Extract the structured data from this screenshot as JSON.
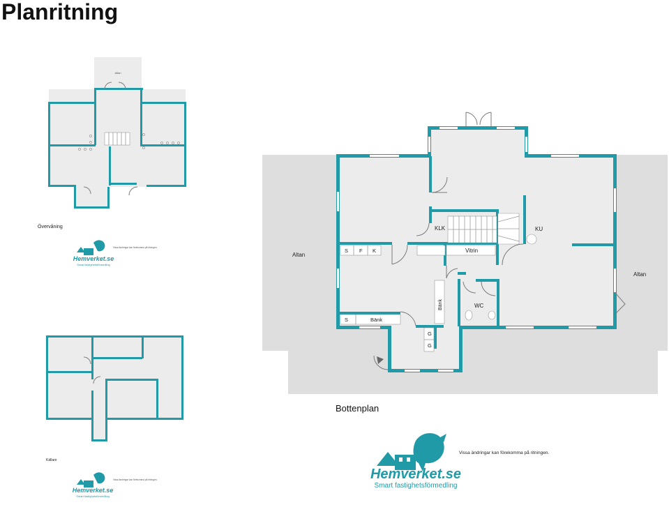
{
  "page": {
    "title": "Planritning"
  },
  "colors": {
    "wall": "#1f9aa6",
    "floor": "#ececec",
    "terrace": "#dedede",
    "logo": "#1f9aa6"
  },
  "plans": {
    "upper": {
      "caption": "Övervåning",
      "room_labels": {
        "balcony": "Altan"
      },
      "disclaimer": "Vissa ändringar kan förekomma på ritningen."
    },
    "basement": {
      "caption": "Källare",
      "disclaimer": "Vissa ändringar kan förekomma på ritningen."
    },
    "ground": {
      "caption": "Bottenplan",
      "labels": {
        "terrace_left": "Altan",
        "terrace_right": "Altan",
        "klk": "KLK",
        "ku": "KU",
        "vitrin": "Vitrin",
        "wc": "WC",
        "bank_top": "Bänk",
        "bank_vertical": "Bänk",
        "s1": "S",
        "f": "F",
        "k": "K",
        "s2": "S",
        "g1": "G",
        "g2": "G"
      },
      "disclaimer": "Vissa ändringar kan förekomma på ritningen."
    }
  },
  "logo": {
    "name": "Hemverket.se",
    "tagline": "Smart fastighetsförmedling"
  }
}
